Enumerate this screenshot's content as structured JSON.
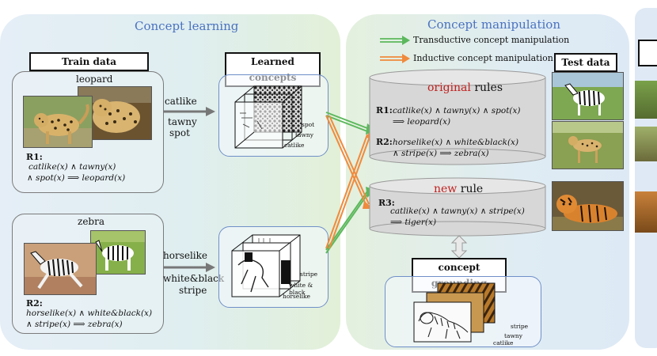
{
  "left": {
    "title": "Concept learning",
    "train_label": "Train data",
    "learned_label": "Learned concepts",
    "leopard": {
      "name": "leopard",
      "rule_id": "R1:",
      "rule_line1": "catlike(x) ∧ tawny(x)",
      "rule_line2": "∧ spot(x) ⟹ leopard(x)",
      "attr1": "catlike",
      "attr2": "tawny",
      "attr3": "spot",
      "cube_labels": [
        "spot",
        "tawny",
        "catlike"
      ]
    },
    "zebra": {
      "name": "zebra",
      "rule_id": "R2:",
      "rule_line1": "horselike(x) ∧ white&black(x)",
      "rule_line2": "∧ stripe(x) ⟹ zebra(x)",
      "attr1": "horselike",
      "attr2": "white&black",
      "attr3": "stripe",
      "cube_labels": [
        "stripe",
        "white & black",
        "horselike"
      ]
    }
  },
  "right": {
    "title": "Concept manipulation",
    "legend_transductive": "Transductive concept manipulation",
    "legend_inductive": "Inductive concept manipulation",
    "test_label": "Test data",
    "original_word": "original",
    "rules_word": " rules",
    "r1_id": "R1:",
    "r1_line1": "catlike(x) ∧ tawny(x) ∧ spot(x)",
    "r1_line2": "⟹ leopard(x)",
    "r2_id": "R2:",
    "r2_line1": "horselike(x) ∧ white&black(x)",
    "r2_line2": "∧ stripe(x) ⟹ zebra(x)",
    "new_word": "new",
    "rule_word": " rule",
    "r3_id": "R3:",
    "r3_line1": "catlike(x) ∧ tawny(x) ∧ stripe(x)",
    "r3_line2": "⟹ tiger(x)",
    "grounding_label": "concept grounding",
    "grounding_cube_labels": [
      "stripe",
      "tawny",
      "catlike"
    ]
  },
  "colors": {
    "title_blue": "#4a72c0",
    "red_word": "#c0201e",
    "green_arrow": "#5cb85c",
    "orange_arrow": "#f08a3c"
  }
}
